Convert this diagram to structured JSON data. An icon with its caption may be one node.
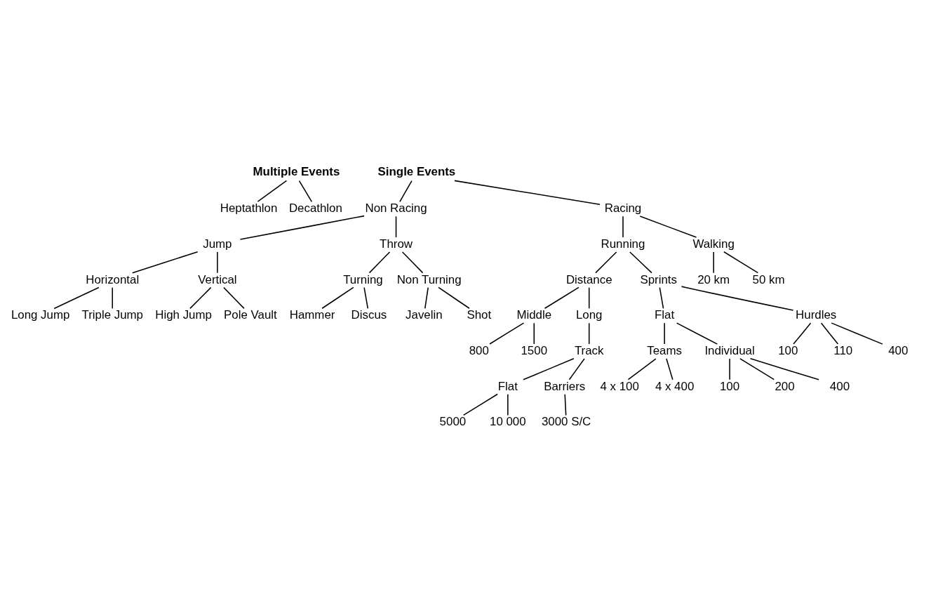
{
  "diagram": {
    "nodes": [
      {
        "text": [
          "Multiple Events"
        ]
      },
      {
        "text": [
          "Heptathlon"
        ]
      },
      {
        "text": [
          "Decathlon"
        ]
      },
      {
        "text": [
          "Single Events"
        ]
      },
      {
        "text": [
          "Non Racing"
        ]
      },
      {
        "text": [
          "Racing"
        ]
      },
      {
        "text": [
          "Jump"
        ]
      },
      {
        "text": [
          "Throw"
        ]
      },
      {
        "text": [
          "Horizontal"
        ]
      },
      {
        "text": [
          "Vertical"
        ]
      },
      {
        "text": [
          "Turning"
        ]
      },
      {
        "text": [
          "Non Turning"
        ]
      },
      {
        "text": [
          "Running"
        ]
      },
      {
        "text": [
          "Walking"
        ]
      },
      {
        "text": [
          "Hammer"
        ]
      },
      {
        "text": [
          "Discus"
        ]
      },
      {
        "text": [
          "Javelin"
        ]
      },
      {
        "text": [
          "Shot"
        ]
      },
      {
        "text": [
          "20 km"
        ]
      },
      {
        "text": [
          "50 km"
        ]
      },
      {
        "text": [
          "Long Jump"
        ]
      },
      {
        "text": [
          "Triple Jump"
        ]
      },
      {
        "text": [
          "High Jump"
        ]
      },
      {
        "text": [
          "Pole Vault"
        ]
      },
      {
        "text": [
          "Distance"
        ]
      },
      {
        "text": [
          "Sprints"
        ]
      },
      {
        "text": [
          "Middle"
        ]
      },
      {
        "text": [
          "Long"
        ]
      },
      {
        "text": [
          "Flat"
        ]
      },
      {
        "text": [
          "Hurdles"
        ]
      },
      {
        "text": [
          "800"
        ]
      },
      {
        "text": [
          "1500"
        ]
      },
      {
        "text": [
          "100"
        ]
      },
      {
        "text": [
          "110"
        ]
      },
      {
        "text": [
          "400"
        ]
      },
      {
        "text": [
          "Track"
        ]
      },
      {
        "text": [
          "Teams"
        ]
      },
      {
        "text": [
          "Individual"
        ]
      },
      {
        "text": [
          "Flat"
        ]
      },
      {
        "text": [
          "Barriers"
        ]
      },
      {
        "text": [
          "4 x 100"
        ]
      },
      {
        "text": [
          "4 x 400"
        ]
      },
      {
        "text": [
          "100"
        ]
      },
      {
        "text": [
          "200"
        ]
      },
      {
        "text": [
          "400"
        ]
      },
      {
        "text": [
          "5000"
        ]
      },
      {
        "text": [
          "10 000"
        ]
      },
      {
        "text": [
          "3000 S/C"
        ]
      }
    ],
    "edges": [
      {
        "from": 0,
        "to": 1,
        "arrow": "none"
      },
      {
        "from": 0,
        "to": 2,
        "arrow": "none"
      },
      {
        "from": 3,
        "to": 4,
        "arrow": "none"
      },
      {
        "from": 3,
        "to": 5,
        "arrow": "none"
      },
      {
        "from": 4,
        "to": 6,
        "arrow": "none"
      },
      {
        "from": 4,
        "to": 7,
        "arrow": "none"
      },
      {
        "from": 5,
        "to": 12,
        "arrow": "none"
      },
      {
        "from": 5,
        "to": 13,
        "arrow": "none"
      },
      {
        "from": 6,
        "to": 8,
        "arrow": "none"
      },
      {
        "from": 6,
        "to": 9,
        "arrow": "none"
      },
      {
        "from": 7,
        "to": 10,
        "arrow": "none"
      },
      {
        "from": 7,
        "to": 11,
        "arrow": "none"
      },
      {
        "from": 8,
        "to": 20,
        "arrow": "none"
      },
      {
        "from": 8,
        "to": 21,
        "arrow": "none"
      },
      {
        "from": 9,
        "to": 22,
        "arrow": "none"
      },
      {
        "from": 9,
        "to": 23,
        "arrow": "none"
      },
      {
        "from": 10,
        "to": 14,
        "arrow": "none"
      },
      {
        "from": 10,
        "to": 15,
        "arrow": "none"
      },
      {
        "from": 11,
        "to": 16,
        "arrow": "none"
      },
      {
        "from": 11,
        "to": 17,
        "arrow": "none"
      },
      {
        "from": 13,
        "to": 18,
        "arrow": "none"
      },
      {
        "from": 13,
        "to": 19,
        "arrow": "none"
      },
      {
        "from": 12,
        "to": 25,
        "arrow": "none"
      },
      {
        "from": 12,
        "to": 24,
        "arrow": "none"
      },
      {
        "from": 25,
        "to": 28,
        "arrow": "none"
      },
      {
        "from": 25,
        "to": 29,
        "arrow": "none"
      },
      {
        "from": 24,
        "to": 26,
        "arrow": "none"
      },
      {
        "from": 24,
        "to": 27,
        "arrow": "none"
      },
      {
        "from": 26,
        "to": 30,
        "arrow": "none"
      },
      {
        "from": 26,
        "to": 31,
        "arrow": "none"
      },
      {
        "from": 29,
        "to": 32,
        "arrow": "none"
      },
      {
        "from": 29,
        "to": 33,
        "arrow": "none"
      },
      {
        "from": 29,
        "to": 34,
        "arrow": "none"
      },
      {
        "from": 27,
        "to": 35,
        "arrow": "none"
      },
      {
        "from": 28,
        "to": 36,
        "arrow": "none"
      },
      {
        "from": 28,
        "to": 37,
        "arrow": "none"
      },
      {
        "from": 35,
        "to": 38,
        "arrow": "none"
      },
      {
        "from": 35,
        "to": 39,
        "arrow": "none"
      },
      {
        "from": 36,
        "to": 40,
        "arrow": "none"
      },
      {
        "from": 36,
        "to": 41,
        "arrow": "none"
      },
      {
        "from": 37,
        "to": 42,
        "arrow": "none"
      },
      {
        "from": 37,
        "to": 43,
        "arrow": "none"
      },
      {
        "from": 37,
        "to": 44,
        "arrow": "none"
      },
      {
        "from": 38,
        "to": 45,
        "arrow": "none"
      },
      {
        "from": 38,
        "to": 46,
        "arrow": "none"
      },
      {
        "from": 39,
        "to": 47,
        "arrow": "none"
      }
    ]
  }
}
